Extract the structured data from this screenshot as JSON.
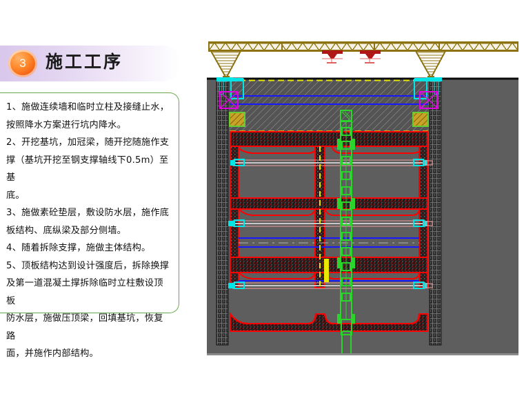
{
  "slide": {
    "background": "#ffffff",
    "section_number": "3",
    "title": "施工工序",
    "title_band_color": "#d9c7ec",
    "badge_color": "#f2700f",
    "body_border_color": "#6aa84f"
  },
  "steps": {
    "lines": [
      "1、施做连续墙和临时立柱及接缝止水，",
      "按照降水方案进行坑内降水。",
      "2、开挖基坑，加冠梁，随开挖随施作支",
      "撑（基坑开挖至钢支撑轴线下0.5m）至基",
      "底。",
      "3、施做素砼垫层，敷设防水层，施作底",
      "板结构、底纵梁及部分侧墙。",
      "4、随着拆除支撑，施做主体结构。",
      "5、顶板结构达到设计强度后，拆除换撑",
      "及第一道混凝土撑拆除临时立柱敷设顶板",
      "防水层，施做压顶梁，回填基坑，恢复路",
      "面，并施作内部结构。"
    ]
  },
  "drawing": {
    "name": "地铁车站基坑施工工序剖面图",
    "colors": {
      "soil": "#5e5e5e",
      "ground_line": "#0a0a0a",
      "diaphragm_wall": "#2b2b2b",
      "structure_red": "#ff0000",
      "temp_column_green": "#2ad42a",
      "steel_strut_cyan": "#00e5e5",
      "strut_line_pink": "#f0a0a0",
      "concrete_strut_yellow": "#e8e800",
      "rail_blue": "#1818ff",
      "gantry_gold": "#9a7d14",
      "trolley_red": "#c02020",
      "brace_magenta": "#e000e0",
      "capping_green": "#66cc33",
      "backfill_hatch": "#8c8c8c"
    },
    "elements": [
      {
        "name": "gantry-truss-beam",
        "label": "龙门吊桁架主梁"
      },
      {
        "name": "gantry-leg-left",
        "label": "龙门吊左支腿"
      },
      {
        "name": "gantry-leg-right",
        "label": "龙门吊右支腿"
      },
      {
        "name": "hoist-trolley-1",
        "label": "起重小车1"
      },
      {
        "name": "hoist-trolley-2",
        "label": "起重小车2"
      },
      {
        "name": "ground-surface",
        "label": "地面线"
      },
      {
        "name": "backfill-zone",
        "label": "回填区"
      },
      {
        "name": "diaphragm-wall-left",
        "label": "左侧地下连续墙"
      },
      {
        "name": "diaphragm-wall-right",
        "label": "右侧地下连续墙"
      },
      {
        "name": "capping-beam-left",
        "label": "左压顶梁"
      },
      {
        "name": "capping-beam-right",
        "label": "右压顶梁"
      },
      {
        "name": "roof-slab",
        "label": "顶板"
      },
      {
        "name": "mid-slab-upper",
        "label": "中板（上）"
      },
      {
        "name": "mid-slab-lower",
        "label": "中板（下）"
      },
      {
        "name": "base-slab",
        "label": "底板"
      },
      {
        "name": "center-wall",
        "label": "中隔墙"
      },
      {
        "name": "temp-steel-column",
        "label": "临时钢立柱"
      },
      {
        "name": "column-pile",
        "label": "立柱桩"
      },
      {
        "name": "steel-strut-level-1",
        "label": "第一道支撑"
      },
      {
        "name": "steel-strut-level-2",
        "label": "第二道支撑"
      },
      {
        "name": "steel-strut-level-3",
        "label": "第三道支撑"
      },
      {
        "name": "track-rails",
        "label": "轨道"
      }
    ]
  }
}
